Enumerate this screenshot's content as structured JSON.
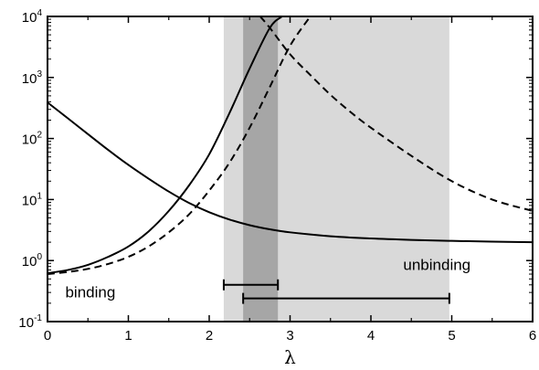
{
  "chart_data": {
    "type": "line",
    "title": "",
    "xlabel": "λ",
    "ylabel": "",
    "xlim": [
      0,
      6
    ],
    "ylim": [
      0.1,
      10000
    ],
    "yscale": "log",
    "x_ticks": [
      "0",
      "1",
      "2",
      "3",
      "4",
      "5",
      "6"
    ],
    "y_ticks": [
      {
        "base": "10",
        "exp": "-1"
      },
      {
        "base": "10",
        "exp": "0"
      },
      {
        "base": "10",
        "exp": "1"
      },
      {
        "base": "10",
        "exp": "2"
      },
      {
        "base": "10",
        "exp": "3"
      },
      {
        "base": "10",
        "exp": "4"
      }
    ],
    "grid": false,
    "shaded_regions": [
      {
        "x": [
          2.18,
          4.97
        ],
        "color": "#d9d9d9"
      },
      {
        "x": [
          2.42,
          2.85
        ],
        "color": "#a6a6a6"
      }
    ],
    "intervals": [
      {
        "x": [
          2.18,
          2.85
        ],
        "y": 0.4
      },
      {
        "x": [
          2.42,
          4.97
        ],
        "y": 0.24
      }
    ],
    "series": [
      {
        "style": "solid",
        "x": [
          0,
          0.25,
          0.5,
          0.75,
          1,
          1.25,
          1.5,
          1.75,
          2,
          2.25,
          2.5,
          2.75,
          3,
          3.5,
          4,
          4.5,
          5,
          5.5,
          6
        ],
        "y": [
          390,
          215,
          118,
          65,
          37,
          22,
          13.5,
          8.8,
          6.2,
          4.7,
          3.8,
          3.25,
          2.9,
          2.5,
          2.3,
          2.18,
          2.1,
          2.04,
          2.0
        ]
      },
      {
        "style": "solid",
        "x": [
          0,
          0.25,
          0.5,
          0.75,
          1,
          1.25,
          1.5,
          1.75,
          2,
          2.25,
          2.5,
          2.75,
          2.9
        ],
        "y": [
          0.62,
          0.7,
          0.85,
          1.15,
          1.7,
          3.0,
          6.5,
          17,
          55,
          260,
          1400,
          6500,
          10000
        ]
      },
      {
        "style": "dashed",
        "x": [
          0,
          0.25,
          0.5,
          0.75,
          1,
          1.25,
          1.5,
          1.75,
          2,
          2.25,
          2.5,
          2.75,
          3,
          3.25
        ],
        "y": [
          0.6,
          0.65,
          0.73,
          0.88,
          1.15,
          1.7,
          2.9,
          5.7,
          14,
          40,
          150,
          700,
          3300,
          10000
        ]
      },
      {
        "style": "dashed",
        "x": [
          2.63,
          2.75,
          3,
          3.25,
          3.5,
          3.75,
          4,
          4.5,
          5,
          5.5,
          6
        ],
        "y": [
          10000,
          6500,
          2400,
          1100,
          520,
          270,
          150,
          52,
          20,
          10,
          6.5
        ]
      }
    ],
    "annotations": [
      {
        "text": "binding",
        "x": 0.22,
        "y": 0.25
      },
      {
        "text": "unbinding",
        "x": 4.4,
        "y": 0.7
      }
    ]
  }
}
